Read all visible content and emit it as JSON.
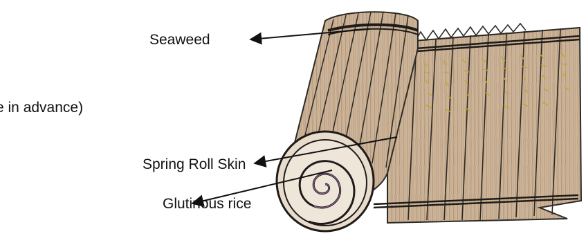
{
  "labels": {
    "seaweed": "Seaweed",
    "advance_fragment": "e in advance)",
    "spring_roll_skin": "Spring Roll Skin",
    "glutinous_rice": "Glutinous rice"
  },
  "colors": {
    "text": "#111111",
    "arrow": "#111111",
    "bamboo_fill": "#cdb59a",
    "bamboo_stroke": "#2d2a26",
    "calligraphy": "#c9a23a",
    "spiral_accent": "#b07ab3"
  },
  "icons": {
    "arrowhead": "filled-triangle-arrowhead"
  }
}
